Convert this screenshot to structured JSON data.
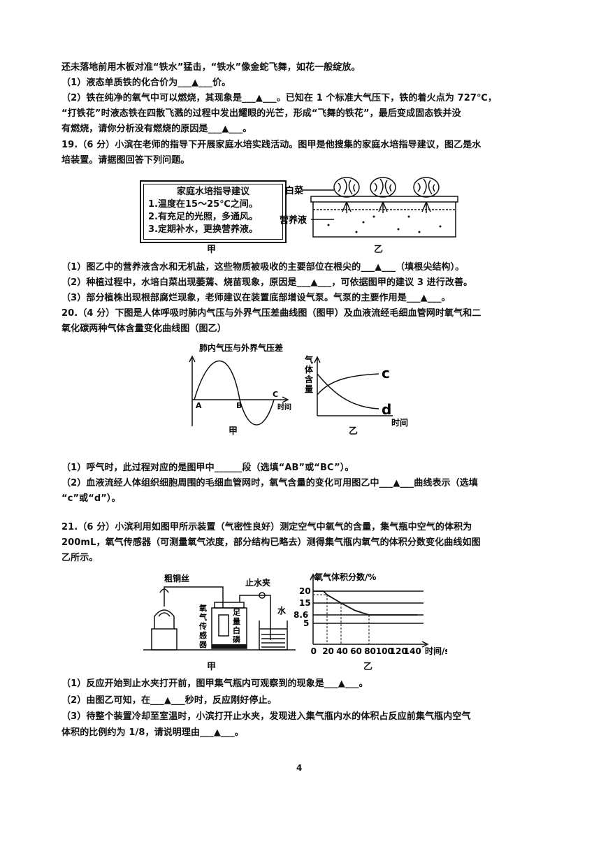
{
  "lines": {
    "l1": "还未落地前用木板对准“铁水”猛击，“铁水”像金蛇飞舞，如花一般绽放。",
    "l2": "（1）液态单质铁的化合价为___▲___价。",
    "l3": "（2）铁在纯净的氧气中可以燃烧，其现象是___▲___。已知在 1 个标准大气压下，铁的着火点为 727℃，",
    "l4": "“打铁花”时液态铁在四散飞溅的过程中发出耀眼的光芒，形成“飞舞的铁花”，最后变成固态铁并没",
    "l5": "有燃烧，请你分析没有燃烧的原因是___▲___。",
    "l6": "19.（6 分）小滨在老师的指导下开展家庭水培实践活动。图甲是他搜集的家庭水培指导建议，图乙是水",
    "l7": "培装置。请据图回答下列问题。",
    "l8": "（1）图乙中的营养液含水和无机盐，这些物质被吸收的主要部位在根尖的___▲___（填根尖结构）。",
    "l9": "（2）种植过程中，水培白菜出现萎蔫、烧苗现象，原因是___▲___，可依据图甲的建议 3 进行改善。",
    "l10": "（3）部分植株出现根部腐烂现象，老师建议在装置底部增设气泵。气泵的主要作用是___▲___。",
    "l11": "20.（4 分）下图是人体呼吸时肺内气压与外界气压差曲线图（图甲）及血液流经毛细血管网时氧气和二",
    "l12": "氧化碳两种气体含量变化曲线图（图乙）",
    "l13": "（1）呼气时，此过程对应的是图甲中______段（选填“AB”或“BC”）。",
    "l14": "（2）血液流经人体组织细胞周围的毛细血管网时，氧气含量的变化可用图乙中___▲___曲线表示（选填",
    "l15": "“c”或“d”）。",
    "l16": "21.（6 分）小滨利用如图甲所示装置（气密性良好）测定空气中氧气的含量，集气瓶中空气的体积为",
    "l17": "200mL，氧气传感器（可测量氧气浓度，部分结构已略去）测得集气瓶内氧气的体积分数变化曲线如图",
    "l18": "乙所示。",
    "l19": "（1）反应开始到止水夹打开前，图甲集气瓶内可观察到的现象是___▲___。",
    "l20": "（2）由图乙可知，在___▲___秒时，反应刚好停止。",
    "l21": "（3）待整个装置冷却至室温时，小滨打开止水夹，发现进入集气瓶内水的体积占反应前集气瓶内空气",
    "l22": "体积的比例约为 1/8，请说明理由___▲___。"
  },
  "fig19": {
    "box_title": "家庭水培指导建议",
    "items": [
      "1.温度在15～25℃之间。",
      "2.有充足的光照，多通风。",
      "3.定期补水，更换营养液。"
    ],
    "label_cabbage": "白菜",
    "label_solution": "营养液",
    "cap_jia": "甲",
    "cap_yi": "乙"
  },
  "fig20": {
    "jia_title": "肺内气压与外界气压差",
    "pt_a": "A",
    "pt_b": "B",
    "pt_c": "C",
    "jia_xlabel": "时间",
    "yi_ylabel": [
      "气",
      "体",
      "含",
      "量"
    ],
    "curve_c": "c",
    "curve_d": "d",
    "yi_xlabel": "时间",
    "cap_jia": "甲",
    "cap_yi": "乙"
  },
  "fig21": {
    "label_wire": "粗铜丝",
    "label_clamp": "止水夹",
    "label_water": "水",
    "label_sensor": [
      "氧",
      "气",
      "传",
      "感",
      "器"
    ],
    "label_phosphorus": [
      "足",
      "量",
      "白",
      "磷"
    ],
    "cap_jia": "甲",
    "cap_yi": "乙"
  },
  "chart_data": {
    "type": "line",
    "title": "",
    "ylabel": "氧气体积分数/%",
    "xlabel": "时间/s",
    "x_ticks": [
      "0",
      "20",
      "40",
      "60",
      "80",
      "100",
      "120",
      "140"
    ],
    "y_ticks": [
      "20",
      "15",
      "8.6",
      "5"
    ],
    "series": [
      {
        "x": [
          0,
          15,
          20,
          40,
          60,
          80
        ],
        "y": [
          20,
          20,
          18.5,
          15,
          11,
          8.6
        ]
      }
    ],
    "xlim": [
      0,
      150
    ],
    "ylim": [
      0,
      22
    ]
  },
  "page_number": "4"
}
